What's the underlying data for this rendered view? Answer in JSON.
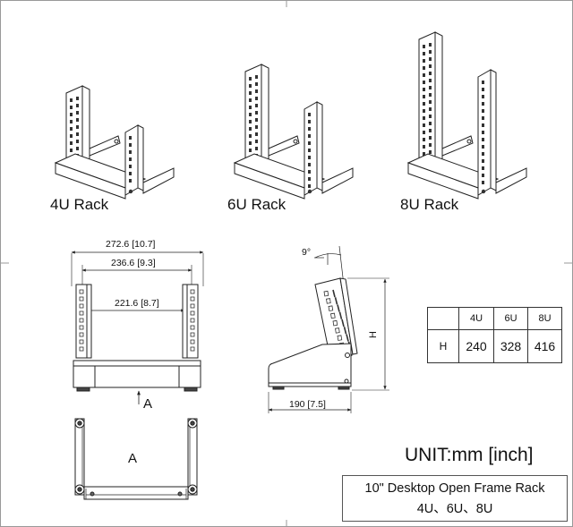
{
  "racks": [
    {
      "label": "4U Rack"
    },
    {
      "label": "6U Rack"
    },
    {
      "label": "8U Rack"
    }
  ],
  "front_view": {
    "overall_width": "272.6 [10.7]",
    "inner_width": "236.6 [9.3]",
    "rail_spacing": "221.6 [8.7]",
    "view_arrow_label": "A"
  },
  "side_view": {
    "angle": "9°",
    "depth": "190 [7.5]",
    "height_label": "H"
  },
  "top_view": {
    "label": "A"
  },
  "height_table": {
    "header": [
      "",
      "4U",
      "6U",
      "8U"
    ],
    "row_label": "H",
    "values": [
      "240",
      "328",
      "416"
    ]
  },
  "unit_text": "UNIT:mm [inch]",
  "title": {
    "line1": "10\" Desktop Open Frame Rack",
    "line2": "4U、6U、8U"
  }
}
